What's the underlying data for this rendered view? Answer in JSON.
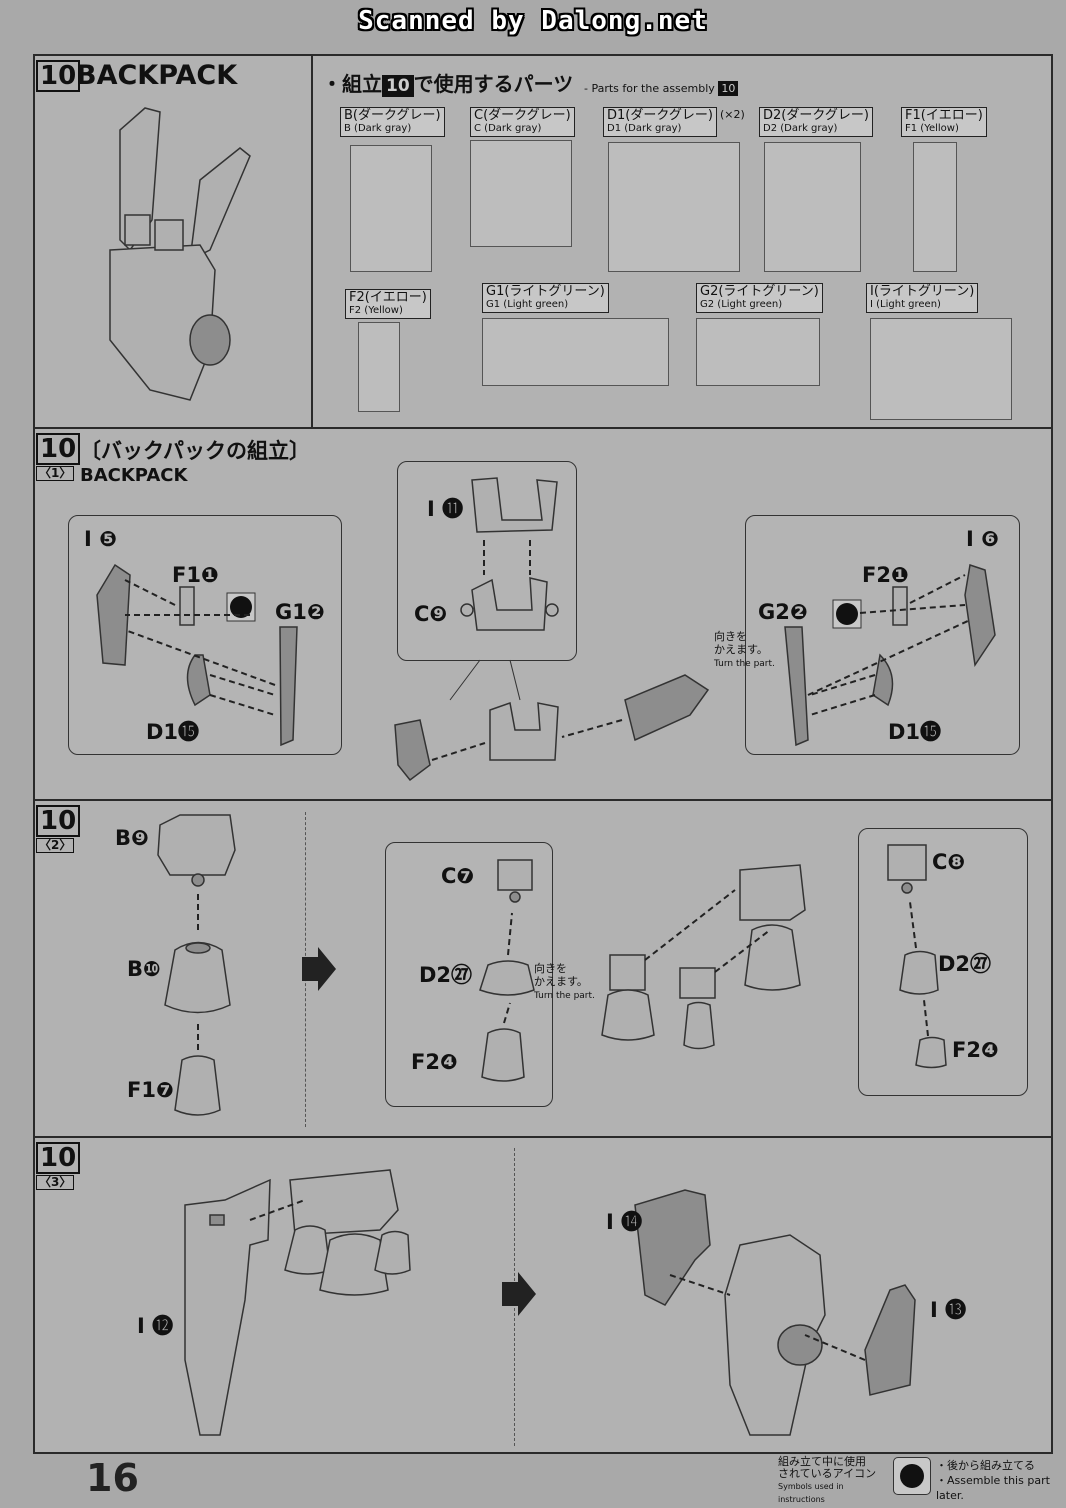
{
  "watermark": "Scanned by Dalong.net",
  "section": {
    "number": "10",
    "title": "BACKPACK"
  },
  "parts_header": {
    "bullet": "・組立",
    "num": "10",
    "ja": "で使用するパーツ",
    "en_prefix": "- Parts for the assembly",
    "en_num": "10"
  },
  "runners": [
    {
      "ja": "B(ダークグレー)",
      "en": "B (Dark gray)",
      "qty": ""
    },
    {
      "ja": "C(ダークグレー)",
      "en": "C (Dark gray)",
      "qty": ""
    },
    {
      "ja": "D1(ダークグレー)",
      "en": "D1 (Dark gray)",
      "qty": "(×2)"
    },
    {
      "ja": "D2(ダークグレー)",
      "en": "D2 (Dark gray)",
      "qty": ""
    },
    {
      "ja": "F1(イエロー)",
      "en": "F1 (Yellow)",
      "qty": ""
    },
    {
      "ja": "F2(イエロー)",
      "en": "F2 (Yellow)",
      "qty": ""
    },
    {
      "ja": "G1(ライトグリーン)",
      "en": "G1 (Light green)",
      "qty": ""
    },
    {
      "ja": "G2(ライトグリーン)",
      "en": "G2 (Light green)",
      "qty": ""
    },
    {
      "ja": "I(ライトグリーン)",
      "en": "I (Light green)",
      "qty": ""
    }
  ],
  "step1": {
    "num": "10",
    "sub": "〈1〉",
    "ja": "〔バックパックの組立〕",
    "en": "BACKPACK"
  },
  "step1_labels": {
    "i5": "I ❺",
    "f1_1": "F1❶",
    "g1_2": "G1❷",
    "d1_15a": "D1⓯",
    "i11": "I ⓫",
    "c9": "C❾",
    "i6": "I ❻",
    "f2_1": "F2❶",
    "g2_2": "G2❷",
    "d1_15b": "D1⓯"
  },
  "turn_note": {
    "ja": "向きを\nかえます。",
    "en": "Turn the part."
  },
  "step2": {
    "num": "10",
    "sub": "〈2〉"
  },
  "step2_labels": {
    "b9": "B❾",
    "b10": "B❿",
    "f1_7": "F1❼",
    "c7": "C❼",
    "d2_27a": "D2㉗",
    "f2_4a": "F2❹",
    "c8": "C❽",
    "d2_27b": "D2㉗",
    "f2_4b": "F2❹"
  },
  "step3": {
    "num": "10",
    "sub": "〈3〉"
  },
  "step3_labels": {
    "i12": "I ⓬",
    "i14": "I ⓮",
    "i13": "I ⓭"
  },
  "page_number": "16",
  "legend": {
    "ja": "組み立て中に使用\nされているアイコン",
    "en": "Symbols used in instructions",
    "icon": "filled-circle-icon",
    "text_ja": "・後から組み立てる",
    "text_en": "・Assemble this part later."
  }
}
